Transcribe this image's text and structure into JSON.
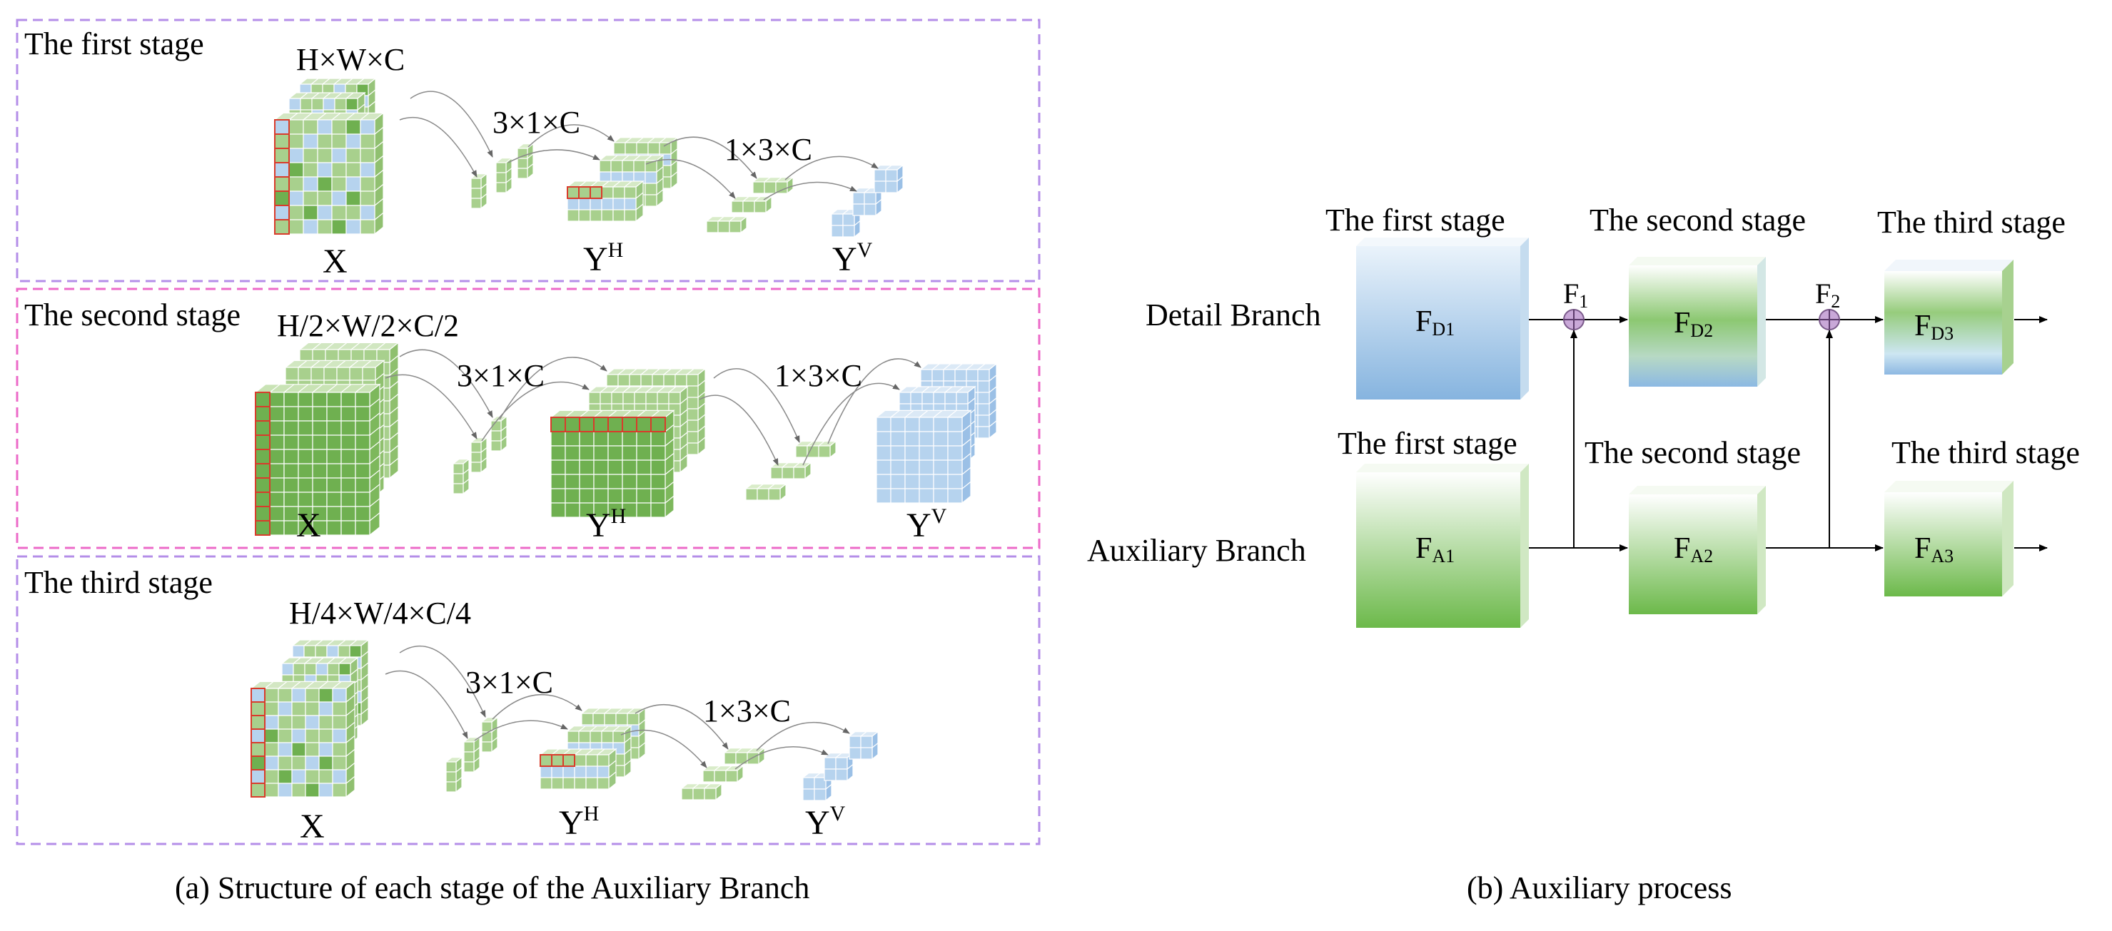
{
  "panel_a": {
    "stages": [
      {
        "title": "The first stage",
        "input_dims": "H×W×C",
        "conv_h": "3×1×C",
        "conv_v": "1×3×C",
        "x_label": "X",
        "yh_base": "Y",
        "yh_sup": "H",
        "yv_base": "Y",
        "yv_sup": "V"
      },
      {
        "title": "The second stage",
        "input_dims": "H/2×W/2×C/2",
        "conv_h": "3×1×C",
        "conv_v": "1×3×C",
        "x_label": "X",
        "yh_base": "Y",
        "yh_sup": "H",
        "yv_base": "Y",
        "yv_sup": "V"
      },
      {
        "title": "The third stage",
        "input_dims": "H/4×W/4×C/4",
        "conv_h": "3×1×C",
        "conv_v": "1×3×C",
        "x_label": "X",
        "yh_base": "Y",
        "yh_sup": "H",
        "yv_base": "Y",
        "yv_sup": "V"
      }
    ],
    "caption": "(a) Structure of each stage of the Auxiliary Branch"
  },
  "panel_b": {
    "detail_label": "Detail Branch",
    "aux_label": "Auxiliary Branch",
    "detail_stage_titles": [
      "The first stage",
      "The second stage",
      "The third stage"
    ],
    "aux_stage_titles": [
      "The first stage",
      "The second stage",
      "The third stage"
    ],
    "detail_blocks": [
      {
        "base": "F",
        "sub": "D1"
      },
      {
        "base": "F",
        "sub": "D2"
      },
      {
        "base": "F",
        "sub": "D3"
      }
    ],
    "aux_blocks": [
      {
        "base": "F",
        "sub": "A1"
      },
      {
        "base": "F",
        "sub": "A2"
      },
      {
        "base": "F",
        "sub": "A3"
      }
    ],
    "fusions": [
      {
        "base": "F",
        "sub": "1"
      },
      {
        "base": "F",
        "sub": "2"
      }
    ],
    "caption": "(b) Auxiliary process"
  },
  "colors": {
    "stage_box_purple": "#b48ee8",
    "stage_box_pink": "#ec6ac8",
    "grid_green": "#a8d08d",
    "grid_dark_green": "#6fb050",
    "grid_blue": "#b6d3ee",
    "kernel_red": "#d93b2b",
    "detail_blue": "#8fb8e0",
    "aux_green": "#7ec25a",
    "fusion_circle": "#c9a8d8"
  }
}
